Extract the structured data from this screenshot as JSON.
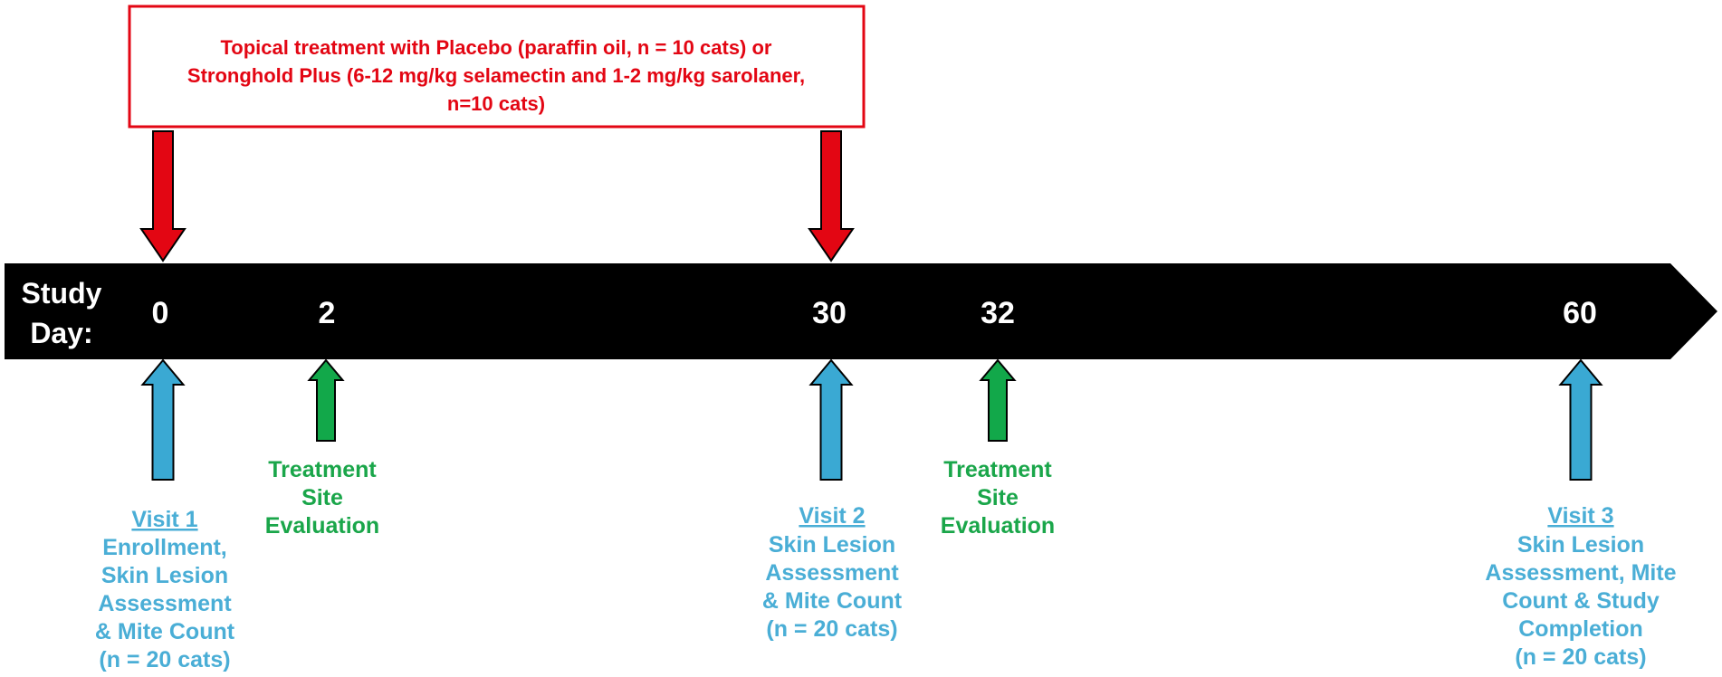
{
  "treatment_box": {
    "lines": [
      "Topical treatment with Placebo (paraffin oil, n = 10 cats) or",
      "Stronghold Plus (6-12 mg/kg selamectin and 1-2 mg/kg sarolaner,",
      "n=10 cats)"
    ]
  },
  "timeline": {
    "label_lines": [
      "Study",
      "Day:"
    ],
    "days": [
      {
        "label": "0",
        "day": 0
      },
      {
        "label": "2",
        "day": 2
      },
      {
        "label": "30",
        "day": 30
      },
      {
        "label": "32",
        "day": 32
      },
      {
        "label": "60",
        "day": 60
      }
    ]
  },
  "treatment_days": [
    0,
    30
  ],
  "evaluations": [
    {
      "day": 2,
      "lines": [
        "Treatment",
        "Site",
        "Evaluation"
      ]
    },
    {
      "day": 32,
      "lines": [
        "Treatment",
        "Site",
        "Evaluation"
      ]
    }
  ],
  "visits": [
    {
      "day": 0,
      "title": "Visit 1",
      "lines": [
        "Enrollment,",
        "Skin Lesion",
        "Assessment",
        "& Mite Count",
        "(n = 20 cats)"
      ]
    },
    {
      "day": 30,
      "title": "Visit 2",
      "lines": [
        "Skin Lesion",
        "Assessment",
        "& Mite Count",
        "(n = 20 cats)"
      ]
    },
    {
      "day": 60,
      "title": "Visit 3",
      "lines": [
        "Skin Lesion",
        "Assessment, Mite",
        "Count & Study",
        "Completion",
        "(n = 20 cats)"
      ]
    }
  ],
  "colors": {
    "timeline": "#000000",
    "treatment": "#e30613",
    "visit": "#3aa9d3",
    "evaluation": "#12a84a",
    "visit_text": "#4aaed6",
    "evaluation_text": "#1aa64a"
  }
}
